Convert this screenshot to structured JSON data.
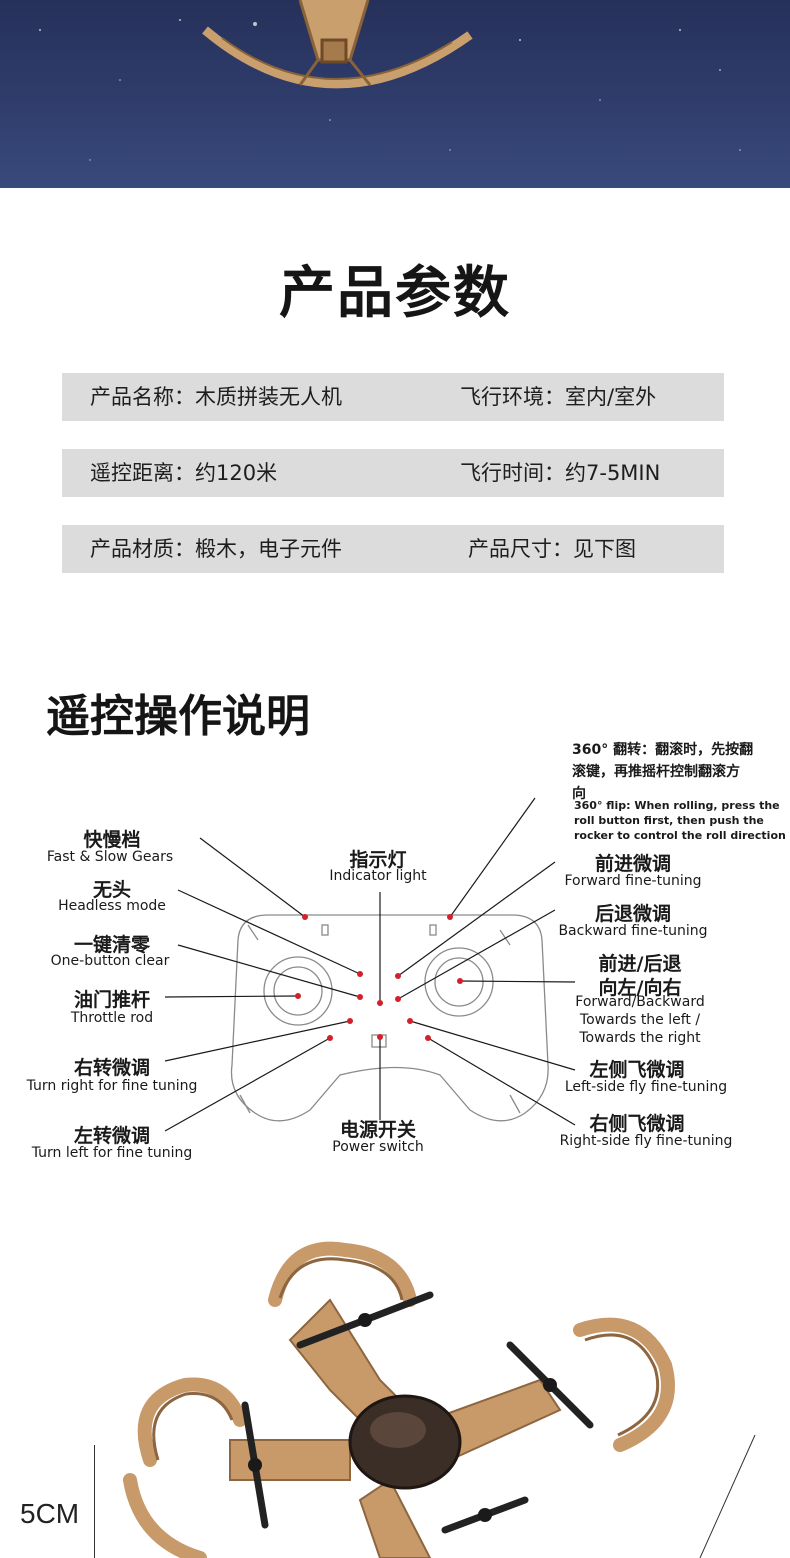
{
  "params": {
    "title": "产品参数",
    "rows": [
      {
        "left": "产品名称：木质拼装无人机",
        "right": "飞行环境：室内/室外"
      },
      {
        "left": "遥控距离：约120米",
        "right": "飞行时间：约7-5MIN"
      },
      {
        "left": "产品材质：椴木，电子元件",
        "right": "产品尺寸：见下图"
      }
    ]
  },
  "controls": {
    "title": "遥控操作说明",
    "flip_note_cn": [
      "360° 翻转：翻滚时，先按翻",
      "滚键，再推摇杆控制翻滚方",
      "向"
    ],
    "flip_note_en": [
      "360° flip: When rolling, press the",
      "roll button first, then push the",
      "rocker to control the roll direction"
    ],
    "left": [
      {
        "cn": "快慢档",
        "en": "Fast & Slow Gears"
      },
      {
        "cn": "无头",
        "en": "Headless mode"
      },
      {
        "cn": "一键清零",
        "en": "One-button clear"
      },
      {
        "cn": "油门推杆",
        "en": "Throttle rod"
      },
      {
        "cn": "右转微调",
        "en": "Turn right for fine tuning"
      },
      {
        "cn": "左转微调",
        "en": "Turn left for fine tuning"
      }
    ],
    "center": [
      {
        "cn": "指示灯",
        "en": "Indicator light"
      },
      {
        "cn": "电源开关",
        "en": "Power switch"
      }
    ],
    "right": [
      {
        "cn": "前进微调",
        "en": "Forward fine-tuning"
      },
      {
        "cn": "后退微调",
        "en": "Backward fine-tuning"
      },
      {
        "cn": "前进/后退",
        "en": "Forward/Backward"
      },
      {
        "cn": "向左/向右",
        "en": "Towards the left /"
      },
      {
        "cn": "",
        "en": "Towards the right"
      },
      {
        "cn": "左侧飞微调",
        "en": "Left-side fly fine-tuning"
      },
      {
        "cn": "右侧飞微调",
        "en": "Right-side fly fine-tuning"
      }
    ]
  },
  "size": {
    "label": "5CM"
  },
  "colors": {
    "param_bg": "#dcdcdc",
    "sky": "#2f3d6c",
    "wood": "#c89a6a",
    "dot": "#d4202a"
  }
}
